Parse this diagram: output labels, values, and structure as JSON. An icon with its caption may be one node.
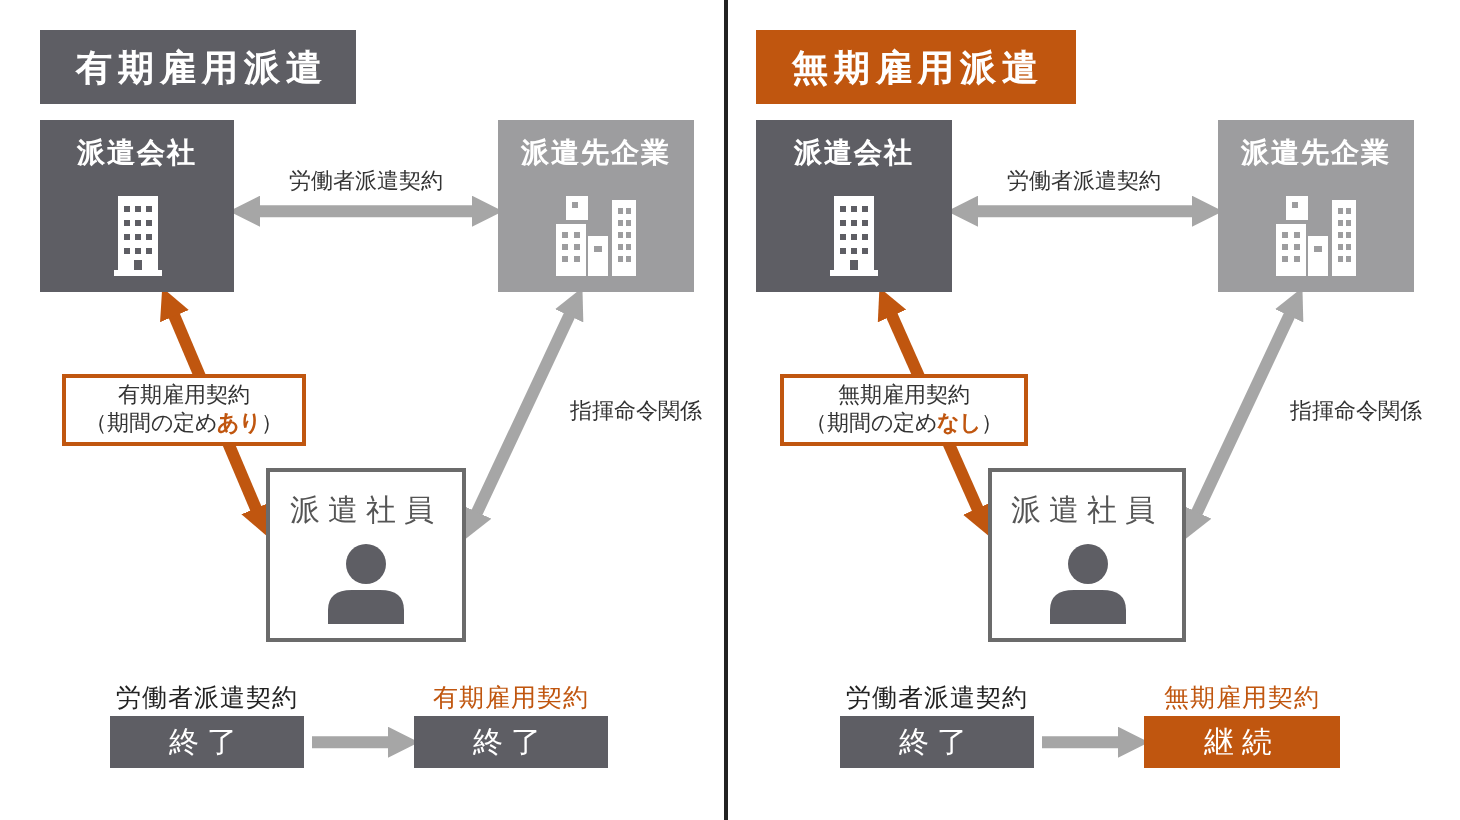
{
  "diagram": {
    "nodes": [
      {
        "text": [
          "有期雇用派遣"
        ]
      },
      {
        "text": [
          "派遣会社"
        ]
      },
      {
        "text": [
          "派遣先企業"
        ]
      },
      {
        "text": [
          "派遣社員"
        ]
      },
      {
        "text": [
          "労働者派遣契約",
          "終了"
        ]
      },
      {
        "text": [
          "有期雇用契約",
          "終了"
        ]
      },
      {
        "text": [
          "無期雇用派遣"
        ]
      },
      {
        "text": [
          "派遣会社"
        ]
      },
      {
        "text": [
          "派遣先企業"
        ]
      },
      {
        "text": [
          "派遣社員"
        ]
      },
      {
        "text": [
          "労働者派遣契約",
          "終了"
        ]
      },
      {
        "text": [
          "無期雇用契約",
          "継続"
        ]
      }
    ],
    "edges": [
      {
        "from": 1,
        "to": 2,
        "arrow": "both",
        "label": "労働者派遣契約"
      },
      {
        "from": 1,
        "to": 3,
        "arrow": "both",
        "label": "有期雇用契約（期間の定め**あり**）",
        "color": "#c0560f"
      },
      {
        "from": 2,
        "to": 3,
        "arrow": "both",
        "label": "指揮命令関係"
      },
      {
        "from": 4,
        "to": 5,
        "arrow": "to"
      },
      {
        "from": 7,
        "to": 8,
        "arrow": "both",
        "label": "労働者派遣契約"
      },
      {
        "from": 7,
        "to": 9,
        "arrow": "both",
        "label": "無期雇用契約（期間の定め**なし**）",
        "color": "#c0560f"
      },
      {
        "from": 8,
        "to": 9,
        "arrow": "both",
        "label": "指揮命令関係"
      },
      {
        "from": 10,
        "to": 11,
        "arrow": "to"
      }
    ]
  }
}
